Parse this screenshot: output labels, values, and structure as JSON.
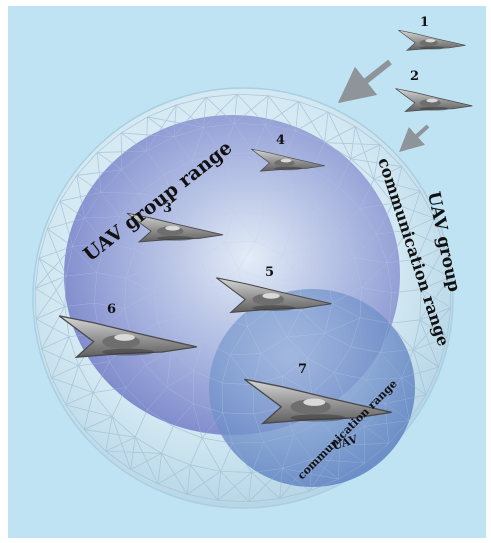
{
  "labels": {
    "group_range": "UAV group range",
    "group_comm_line1": "UAV group",
    "group_comm_line2": "communication range",
    "uav_comm_line1": "UAV",
    "uav_comm_line2": "communication range"
  },
  "uavs": [
    {
      "id": "1"
    },
    {
      "id": "2"
    },
    {
      "id": "3"
    },
    {
      "id": "4"
    },
    {
      "id": "5"
    },
    {
      "id": "6"
    },
    {
      "id": "7"
    }
  ],
  "colors": {
    "background": "#bfe3f3",
    "outer_sphere": "#d6ecf5",
    "group_range": "#7d86cc",
    "uav_comm_range": "#6f8fc9",
    "arrow": "#8e9499",
    "aircraft": "#8a8a8a"
  }
}
